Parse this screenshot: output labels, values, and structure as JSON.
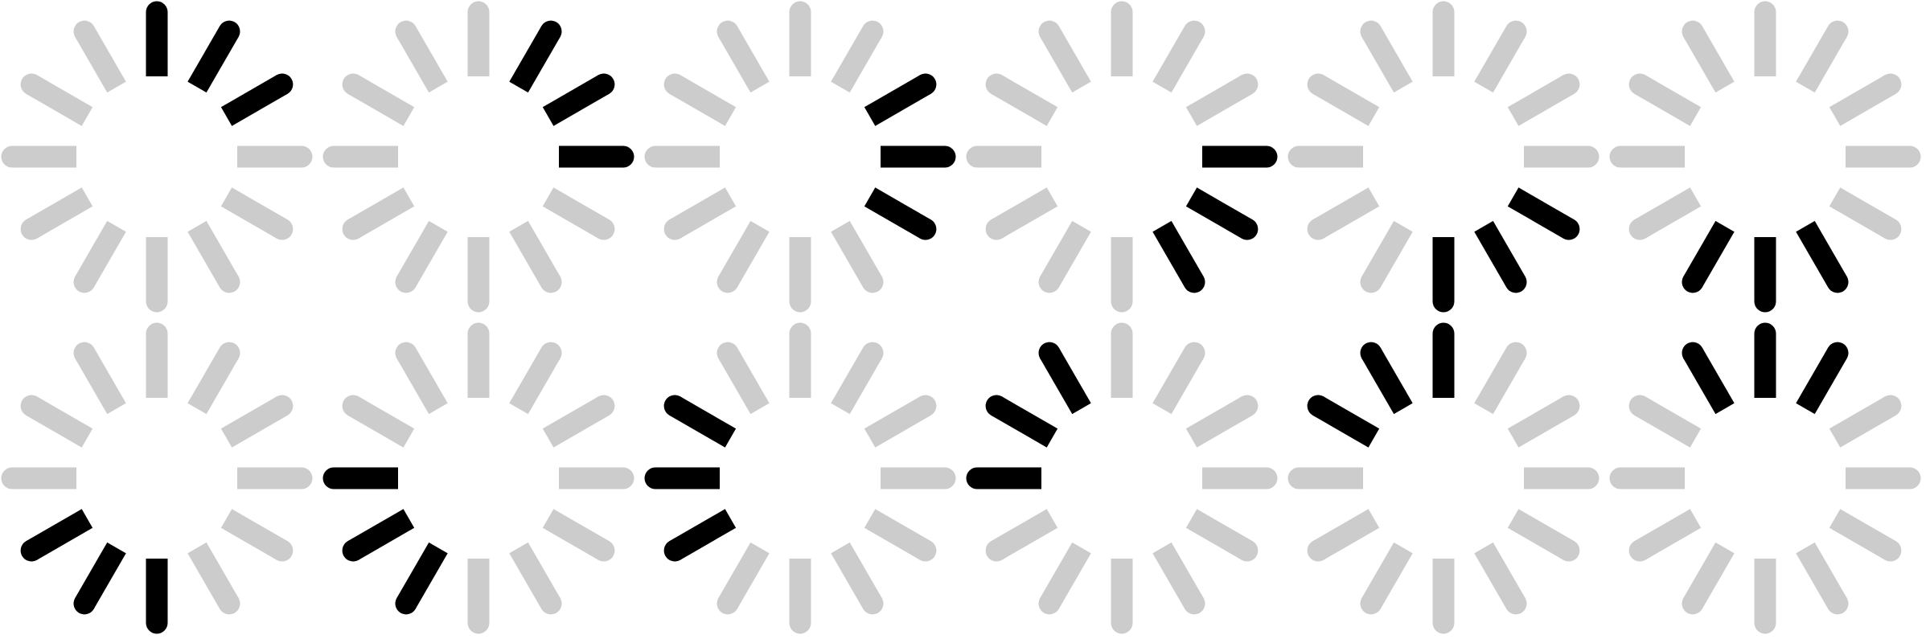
{
  "sprite_sheet": {
    "frames": [
      {
        "highlighted": [
          0,
          1,
          2
        ]
      },
      {
        "highlighted": [
          1,
          2,
          3
        ]
      },
      {
        "highlighted": [
          2,
          3,
          4
        ]
      },
      {
        "highlighted": [
          3,
          4,
          5
        ]
      },
      {
        "highlighted": [
          4,
          5,
          6
        ]
      },
      {
        "highlighted": [
          5,
          6,
          7
        ]
      },
      {
        "highlighted": [
          6,
          7,
          8
        ]
      },
      {
        "highlighted": [
          7,
          8,
          9
        ]
      },
      {
        "highlighted": [
          8,
          9,
          10
        ]
      },
      {
        "highlighted": [
          9,
          10,
          11
        ]
      },
      {
        "highlighted": [
          10,
          11,
          0
        ]
      },
      {
        "highlighted": [
          11,
          0,
          1
        ]
      }
    ],
    "spokes_per_frame": 12,
    "colors": {
      "active": "#000000",
      "inactive": "#cccccc",
      "background": "#ffffff"
    }
  }
}
